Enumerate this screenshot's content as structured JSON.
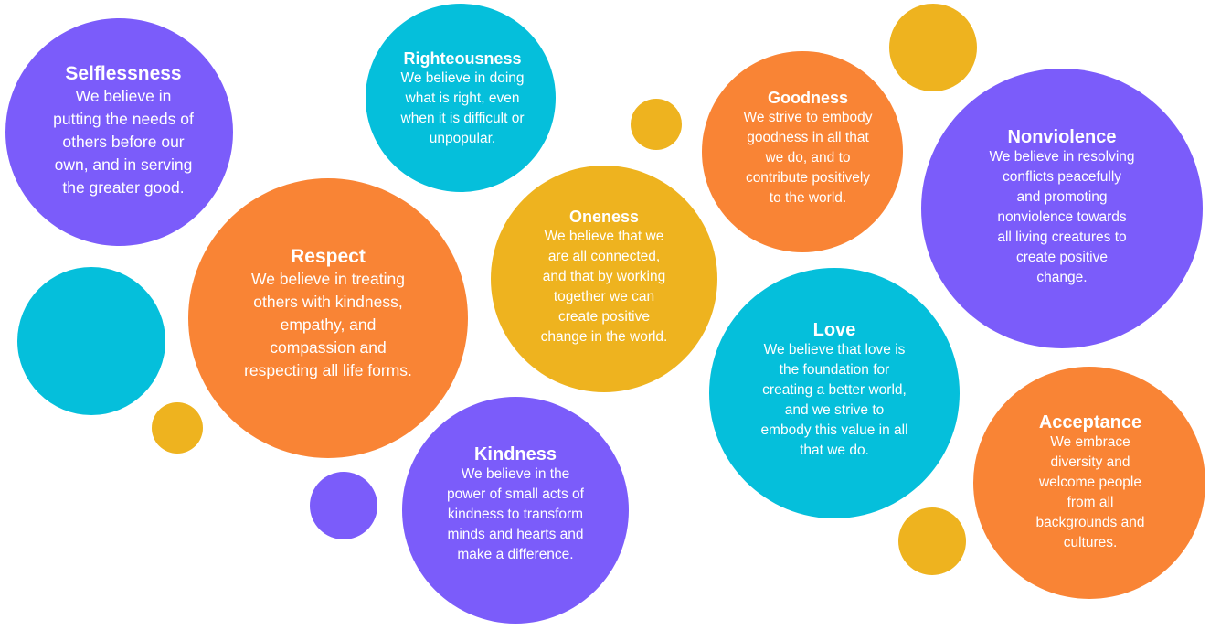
{
  "colors": {
    "purple": "#7B5CFA",
    "cyan": "#05BFDB",
    "orange": "#F98435",
    "yellow": "#EEB31F"
  },
  "values": {
    "selflessness": {
      "title": "Selflessness",
      "lines": [
        "We believe in",
        "putting the needs of",
        "others before our",
        "own, and in serving",
        "the greater good."
      ]
    },
    "righteousness": {
      "title": "Righteousness",
      "lines": [
        "We believe in doing",
        "what is right, even",
        "when it is difficult or",
        "unpopular."
      ]
    },
    "goodness": {
      "title": "Goodness",
      "lines": [
        "We strive to embody",
        "goodness in all that",
        "we do, and to",
        "contribute positively",
        "to the world."
      ]
    },
    "nonviolence": {
      "title": "Nonviolence",
      "lines": [
        "We believe in resolving",
        "conflicts peacefully",
        "and promoting",
        "nonviolence towards",
        "all living creatures to",
        "create positive",
        "change."
      ]
    },
    "respect": {
      "title": "Respect",
      "lines": [
        "We believe in treating",
        "others with kindness,",
        "empathy, and",
        "compassion and",
        "respecting all life forms."
      ]
    },
    "oneness": {
      "title": "Oneness",
      "lines": [
        "We believe that we",
        "are all connected,",
        "and that by working",
        "together we can",
        "create positive",
        "change in the world."
      ]
    },
    "love": {
      "title": "Love",
      "lines": [
        "We believe that love is",
        "the foundation for",
        "creating a better world,",
        "and we strive to",
        "embody this value in all",
        "that we do."
      ]
    },
    "kindness": {
      "title": "Kindness",
      "lines": [
        "We believe in the",
        "power of small acts of",
        "kindness to transform",
        "minds and hearts and",
        "make a difference."
      ]
    },
    "acceptance": {
      "title": "Acceptance",
      "lines": [
        "We embrace",
        "diversity and",
        "welcome people",
        "from all",
        "backgrounds and",
        "cultures."
      ]
    }
  }
}
